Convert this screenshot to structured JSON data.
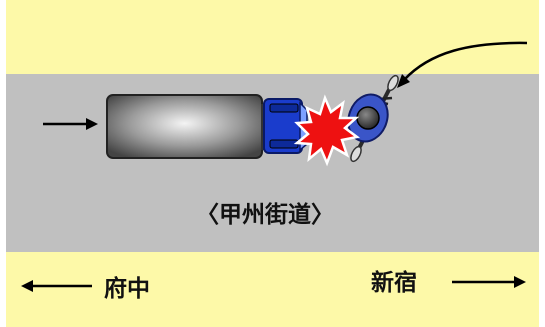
{
  "road": {
    "name": "〈甲州街道〉"
  },
  "directions": {
    "left": "府中",
    "right": "新宿"
  },
  "colors": {
    "sidewalk": "#fdf9a8",
    "road": "#c0c0c0",
    "truck_cab": "#1a3ccc",
    "impact": "#ee1111",
    "cyclist_shirt": "#3a55c8"
  },
  "icons": [
    "truck-icon",
    "cyclist-icon",
    "collision-burst-icon",
    "arrow-right-icon",
    "arrow-left-icon",
    "curved-path-arrow-icon"
  ]
}
